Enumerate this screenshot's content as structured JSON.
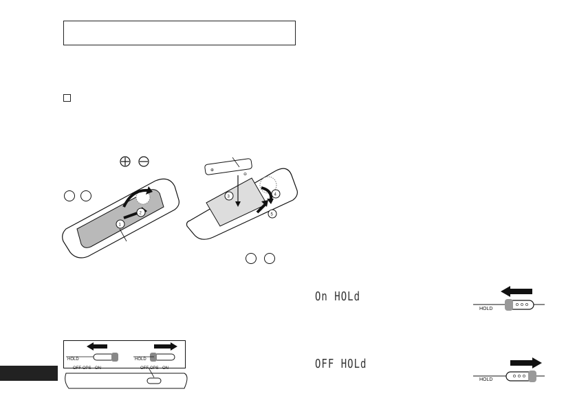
{
  "hold_section": {
    "lcd_on": "On HOLd",
    "lcd_off": "OFF HOLd"
  },
  "slider_labels": {
    "hold": "HOLD",
    "off": "OFF",
    "ops": "OPS",
    "on": "ON"
  },
  "steps": [
    "1",
    "2",
    "3",
    "4",
    "5"
  ],
  "icons": [
    "plus-terminal-icon",
    "minus-terminal-icon",
    "arrow-left-icon",
    "arrow-right-icon"
  ],
  "colors": {
    "ink": "#111111",
    "cover_gray": "#b9b9b9",
    "tab": "#222222"
  }
}
